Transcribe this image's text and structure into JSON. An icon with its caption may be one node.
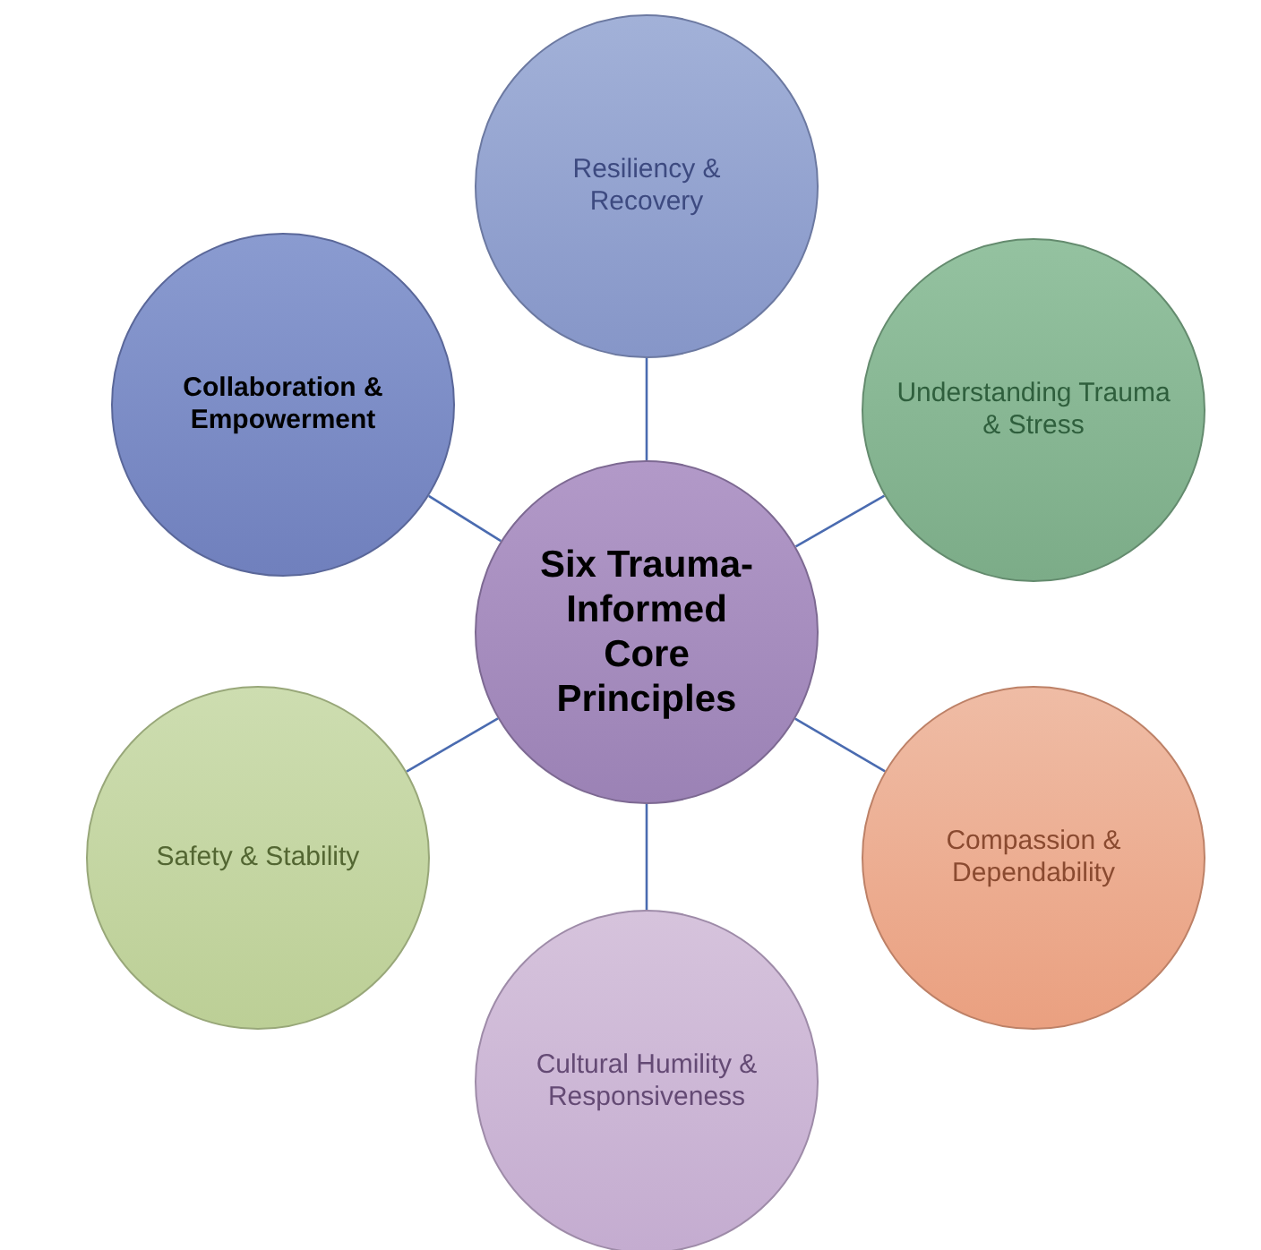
{
  "diagram": {
    "nodes": [
      {
        "text": [
          "Resiliency & Recovery"
        ]
      },
      {
        "text": [
          "Collaboration & Empowerment"
        ]
      },
      {
        "text": [
          "Understanding Trauma & Stress"
        ]
      },
      {
        "text": [
          "Six Trauma-Informed Core Principles"
        ]
      },
      {
        "text": [
          "Safety & Stability"
        ]
      },
      {
        "text": [
          "Compassion & Dependability"
        ]
      },
      {
        "text": [
          "Cultural Humility & Responsiveness"
        ]
      }
    ],
    "edges": [
      {
        "from": 3,
        "to": 0,
        "arrow": "none"
      },
      {
        "from": 3,
        "to": 1,
        "arrow": "none"
      },
      {
        "from": 3,
        "to": 2,
        "arrow": "none"
      },
      {
        "from": 3,
        "to": 4,
        "arrow": "none"
      },
      {
        "from": 3,
        "to": 5,
        "arrow": "none"
      },
      {
        "from": 3,
        "to": 6,
        "arrow": "none"
      }
    ]
  }
}
